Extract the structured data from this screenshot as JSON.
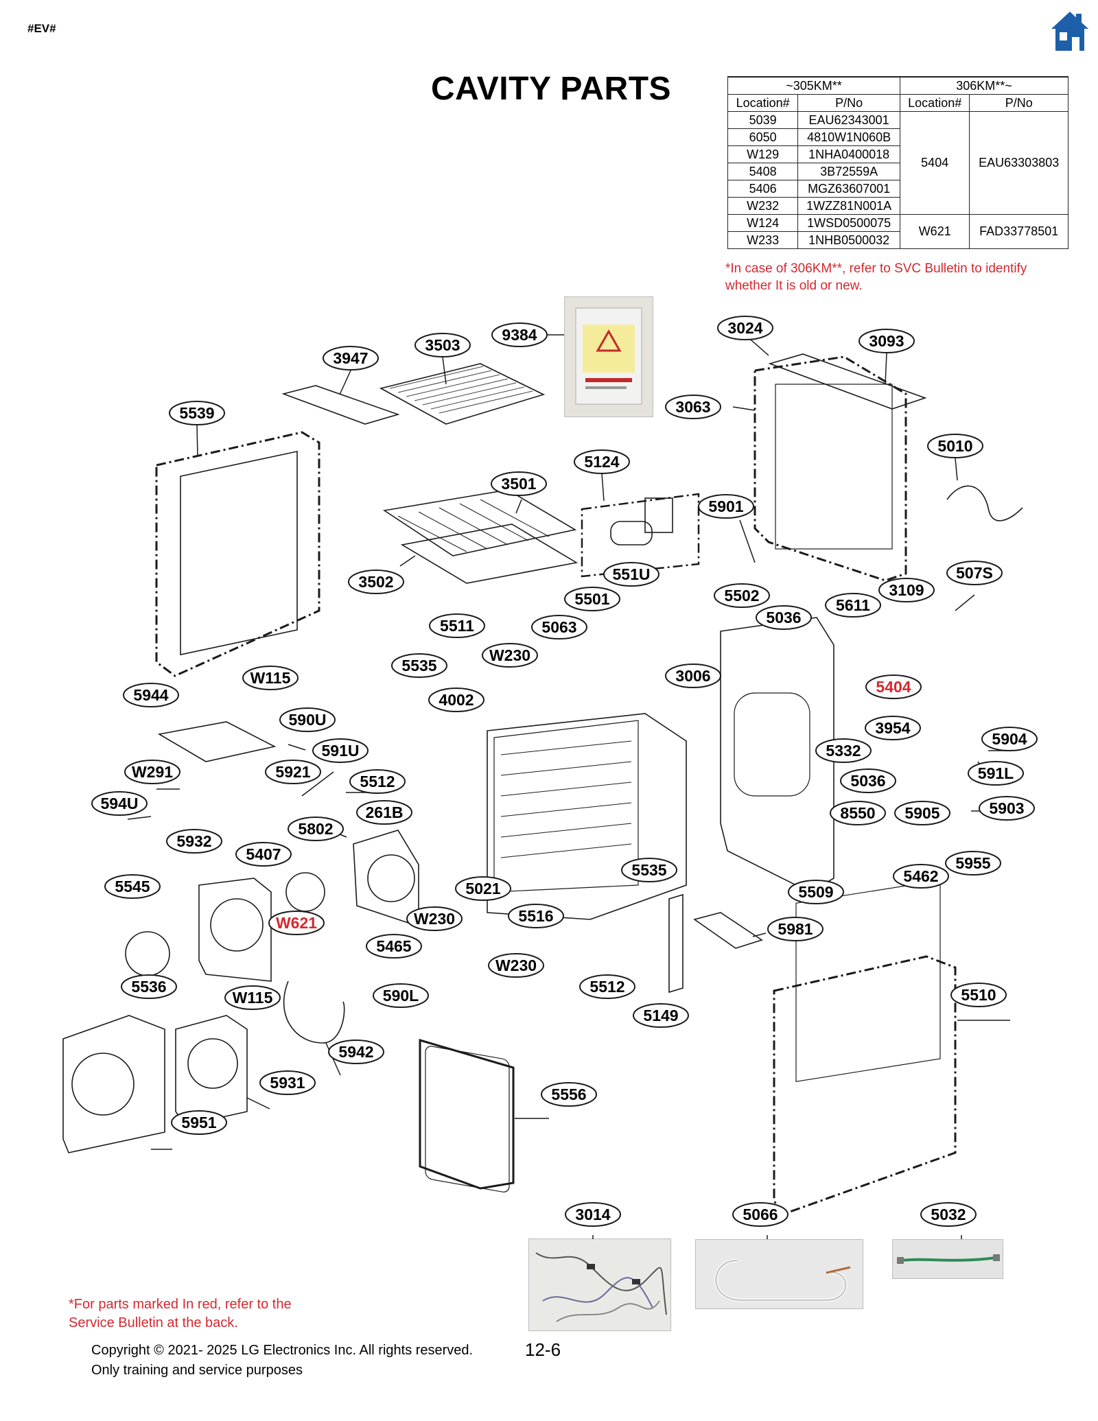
{
  "header": {
    "tag": "#EV#",
    "title": "CAVITY PARTS"
  },
  "table": {
    "groups": [
      "~305KM**",
      "306KM**~"
    ],
    "columns": [
      "Location#",
      "P/No",
      "Location#",
      "P/No"
    ],
    "rows": [
      [
        "5039",
        "EAU62343001"
      ],
      [
        "6050",
        "4810W1N060B"
      ],
      [
        "W129",
        "1NHA0400018"
      ],
      [
        "5408",
        "3B72559A"
      ],
      [
        "5406",
        "MGZ63607001"
      ],
      [
        "W232",
        "1WZZ81N001A"
      ],
      [
        "W124",
        "1WSD0500075"
      ],
      [
        "W233",
        "1NHB0500032"
      ]
    ],
    "new_group_a": {
      "location": "5404",
      "pno": "EAU63303803"
    },
    "new_group_b": {
      "location": "W621",
      "pno": "FAD33778501"
    },
    "note": "*In case of 306KM**, refer to SVC Bulletin to identify whether It is old or new."
  },
  "footer": {
    "note": "*For parts marked In red, refer to the Service Bulletin at the back.",
    "copyright_line1": "Copyright © 2021- 2025 LG Electronics Inc. All rights reserved.",
    "copyright_line2": "Only training and service purposes",
    "page_number": "12-6"
  },
  "colors": {
    "highlight": "#d4282f",
    "line": "#1a1a1a",
    "home_icon": "#1d5fa8"
  },
  "icons": [
    "home-icon"
  ],
  "part_labels": [
    {
      "id": "3947",
      "red": false
    },
    {
      "id": "3503",
      "red": false
    },
    {
      "id": "9384",
      "red": false
    },
    {
      "id": "3024",
      "red": false
    },
    {
      "id": "3093",
      "red": false
    },
    {
      "id": "5539",
      "red": false
    },
    {
      "id": "3063",
      "red": false
    },
    {
      "id": "5010",
      "red": false
    },
    {
      "id": "5124",
      "red": false
    },
    {
      "id": "3501",
      "red": false
    },
    {
      "id": "5901",
      "red": false
    },
    {
      "id": "3502",
      "red": false
    },
    {
      "id": "551U",
      "red": false
    },
    {
      "id": "507S",
      "red": false
    },
    {
      "id": "5501",
      "red": false
    },
    {
      "id": "5502",
      "red": false
    },
    {
      "id": "5611",
      "red": false
    },
    {
      "id": "3109",
      "red": false
    },
    {
      "id": "5511",
      "red": false
    },
    {
      "id": "5063",
      "red": false
    },
    {
      "id": "5036",
      "red": false
    },
    {
      "id": "W230",
      "red": false
    },
    {
      "id": "5535",
      "red": false
    },
    {
      "id": "W115",
      "red": false
    },
    {
      "id": "3006",
      "red": false
    },
    {
      "id": "5404",
      "red": true
    },
    {
      "id": "5944",
      "red": false
    },
    {
      "id": "4002",
      "red": false
    },
    {
      "id": "590U",
      "red": false
    },
    {
      "id": "3954",
      "red": false
    },
    {
      "id": "5904",
      "red": false
    },
    {
      "id": "591U",
      "red": false
    },
    {
      "id": "5332",
      "red": false
    },
    {
      "id": "W291",
      "red": false
    },
    {
      "id": "5921",
      "red": false
    },
    {
      "id": "5512",
      "red": false
    },
    {
      "id": "5036",
      "red": false
    },
    {
      "id": "591L",
      "red": false
    },
    {
      "id": "594U",
      "red": false
    },
    {
      "id": "261B",
      "red": false
    },
    {
      "id": "8550",
      "red": false
    },
    {
      "id": "5905",
      "red": false
    },
    {
      "id": "5903",
      "red": false
    },
    {
      "id": "5802",
      "red": false
    },
    {
      "id": "5932",
      "red": false
    },
    {
      "id": "5407",
      "red": false
    },
    {
      "id": "5535",
      "red": false
    },
    {
      "id": "5955",
      "red": false
    },
    {
      "id": "5462",
      "red": false
    },
    {
      "id": "5545",
      "red": false
    },
    {
      "id": "5021",
      "red": false
    },
    {
      "id": "5509",
      "red": false
    },
    {
      "id": "W621",
      "red": true
    },
    {
      "id": "W230",
      "red": false
    },
    {
      "id": "5516",
      "red": false
    },
    {
      "id": "5981",
      "red": false
    },
    {
      "id": "5465",
      "red": false
    },
    {
      "id": "W230",
      "red": false
    },
    {
      "id": "5536",
      "red": false
    },
    {
      "id": "W115",
      "red": false
    },
    {
      "id": "590L",
      "red": false
    },
    {
      "id": "5512",
      "red": false
    },
    {
      "id": "5510",
      "red": false
    },
    {
      "id": "5149",
      "red": false
    },
    {
      "id": "5942",
      "red": false
    },
    {
      "id": "5931",
      "red": false
    },
    {
      "id": "5556",
      "red": false
    },
    {
      "id": "5951",
      "red": false
    },
    {
      "id": "3014",
      "red": false
    },
    {
      "id": "5066",
      "red": false
    },
    {
      "id": "5032",
      "red": false
    }
  ]
}
